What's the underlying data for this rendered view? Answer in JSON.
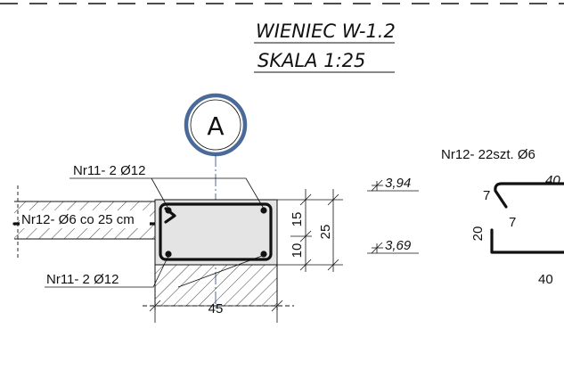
{
  "title": {
    "name": "WIENIEC W-1.2",
    "scale": "SKALA 1:25"
  },
  "axis_marker": {
    "letter": "A"
  },
  "labels": {
    "top_rebar": "Nr11- 2 Ø12",
    "bottom_rebar": "Nr11- 2 Ø12",
    "slab_rebar": "Nr12- Ø6 co 25 cm"
  },
  "dimensions": {
    "width": "45",
    "height_total": "25",
    "height_upper": "15",
    "height_lower": "10"
  },
  "levels": {
    "top": "3,94",
    "bottom": "3,69"
  },
  "stirrup": {
    "label": "Nr12- 22szt. Ø6",
    "hook_left": "7",
    "hook_right": "7",
    "top_length": "40",
    "bottom_length": "40",
    "height": "20"
  },
  "colors": {
    "line": "#111111",
    "axis_ring": "#4a6a9a",
    "concrete_fill": "#e4e4e4"
  }
}
